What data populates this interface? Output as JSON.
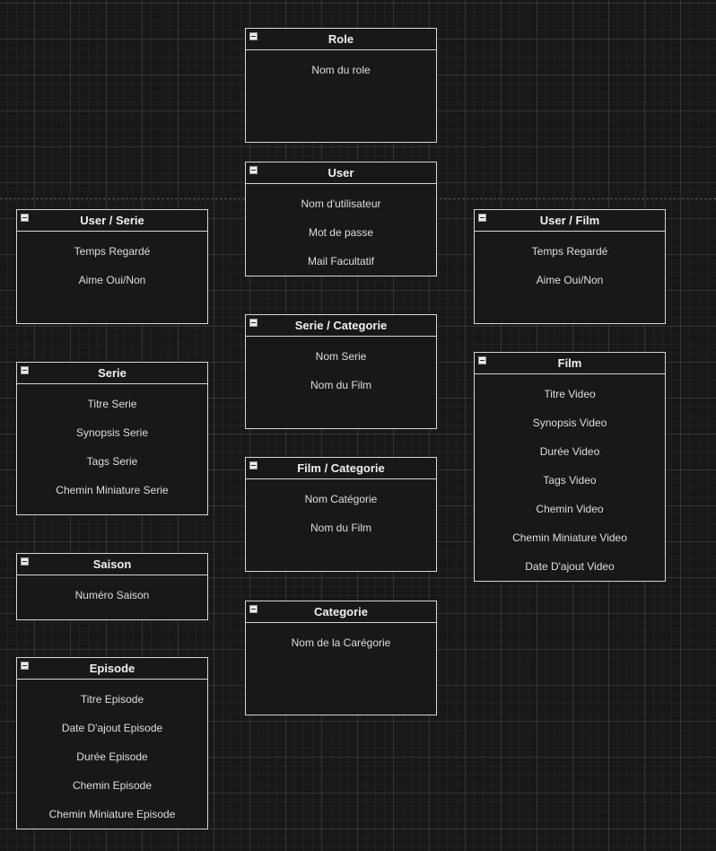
{
  "diagram": {
    "entities": [
      {
        "id": "role",
        "title": "Role",
        "attributes": [
          "Nom du role"
        ]
      },
      {
        "id": "user",
        "title": "User",
        "attributes": [
          "Nom d'utilisateur",
          "Mot de passe",
          "Mail Facultatif"
        ]
      },
      {
        "id": "user-serie",
        "title": "User / Serie",
        "attributes": [
          "Temps Regardé",
          "Aime Oui/Non"
        ]
      },
      {
        "id": "user-film",
        "title": "User / Film",
        "attributes": [
          "Temps Regardé",
          "Aime Oui/Non"
        ]
      },
      {
        "id": "serie-categorie",
        "title": "Serie / Categorie",
        "attributes": [
          "Nom Serie",
          "Nom du Film"
        ]
      },
      {
        "id": "serie",
        "title": "Serie",
        "attributes": [
          "Titre Serie",
          "Synopsis Serie",
          "Tags Serie",
          "Chemin Miniature Serie"
        ]
      },
      {
        "id": "film",
        "title": "Film",
        "attributes": [
          "Titre Video",
          "Synopsis Video",
          "Durée Video",
          "Tags Video",
          "Chemin Video",
          "Chemin Miniature Video",
          "Date D'ajout Video"
        ]
      },
      {
        "id": "film-categorie",
        "title": "Film / Categorie",
        "attributes": [
          "Nom Catégorie",
          "Nom du Film"
        ]
      },
      {
        "id": "saison",
        "title": "Saison",
        "attributes": [
          "Numéro Saison"
        ]
      },
      {
        "id": "categorie",
        "title": "Categorie",
        "attributes": [
          "Nom de la Carégorie"
        ]
      },
      {
        "id": "episode",
        "title": "Episode",
        "attributes": [
          "Titre Episode",
          "Date D'ajout Episode",
          "Durée Episode",
          "Chemin Episode",
          "Chemin Miniature Episode"
        ]
      }
    ]
  }
}
